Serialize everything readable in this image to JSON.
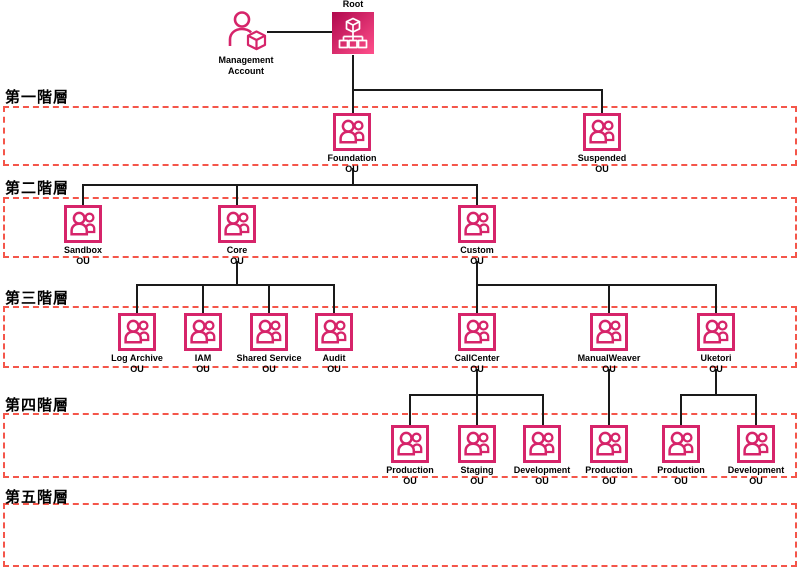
{
  "root": {
    "label": "Root"
  },
  "management_account": {
    "label": "Management Account"
  },
  "tiers": [
    {
      "label": "第一階層"
    },
    {
      "label": "第二階層"
    },
    {
      "label": "第三階層"
    },
    {
      "label": "第四階層"
    },
    {
      "label": "第五階層"
    }
  ],
  "nodes": {
    "foundation": {
      "name": "Foundation",
      "type": "OU"
    },
    "suspended": {
      "name": "Suspended",
      "type": "OU"
    },
    "sandbox": {
      "name": "Sandbox",
      "type": "OU"
    },
    "core": {
      "name": "Core",
      "type": "OU"
    },
    "custom": {
      "name": "Custom",
      "type": "OU"
    },
    "log_archive": {
      "name": "Log Archive",
      "type": "OU"
    },
    "iam": {
      "name": "IAM",
      "type": "OU"
    },
    "shared_service": {
      "name": "Shared Service",
      "type": "OU"
    },
    "audit": {
      "name": "Audit",
      "type": "OU"
    },
    "callcenter": {
      "name": "CallCenter",
      "type": "OU"
    },
    "manualweaver": {
      "name": "ManualWeaver",
      "type": "OU"
    },
    "uketori": {
      "name": "Uketori",
      "type": "OU"
    },
    "cc_production": {
      "name": "Production",
      "type": "OU"
    },
    "cc_staging": {
      "name": "Staging",
      "type": "OU"
    },
    "cc_development": {
      "name": "Development",
      "type": "OU"
    },
    "mw_production": {
      "name": "Production",
      "type": "OU"
    },
    "uk_production": {
      "name": "Production",
      "type": "OU"
    },
    "uk_development": {
      "name": "Development",
      "type": "OU"
    }
  },
  "edges": [
    {
      "from": "management_account",
      "to": "root"
    },
    {
      "from": "root",
      "to": "foundation"
    },
    {
      "from": "root",
      "to": "suspended"
    },
    {
      "from": "foundation",
      "to": "sandbox"
    },
    {
      "from": "foundation",
      "to": "core"
    },
    {
      "from": "foundation",
      "to": "custom"
    },
    {
      "from": "core",
      "to": "log_archive"
    },
    {
      "from": "core",
      "to": "iam"
    },
    {
      "from": "core",
      "to": "shared_service"
    },
    {
      "from": "core",
      "to": "audit"
    },
    {
      "from": "custom",
      "to": "callcenter"
    },
    {
      "from": "custom",
      "to": "manualweaver"
    },
    {
      "from": "custom",
      "to": "uketori"
    },
    {
      "from": "callcenter",
      "to": "cc_production"
    },
    {
      "from": "callcenter",
      "to": "cc_staging"
    },
    {
      "from": "callcenter",
      "to": "cc_development"
    },
    {
      "from": "manualweaver",
      "to": "mw_production"
    },
    {
      "from": "uketori",
      "to": "uk_production"
    },
    {
      "from": "uketori",
      "to": "uk_development"
    }
  ],
  "colors": {
    "ou_outline": "#d6246a",
    "root_gradient_start": "#b0084d",
    "root_gradient_end": "#ff4f8b",
    "band_border": "#f4564a",
    "connector": "#1a1a1a"
  }
}
